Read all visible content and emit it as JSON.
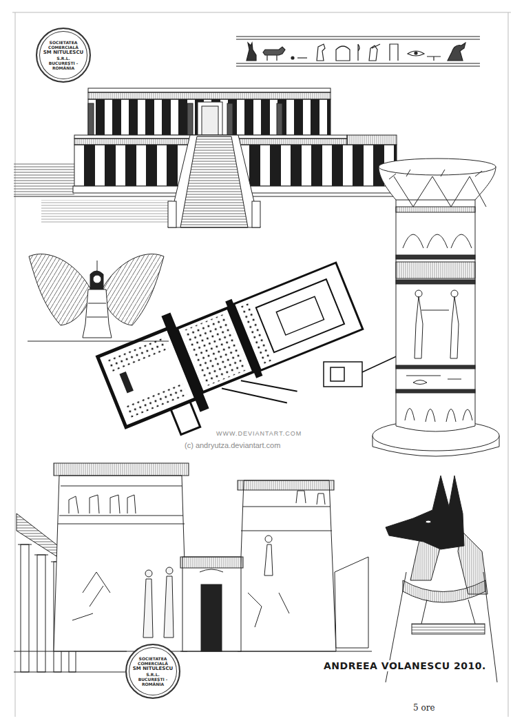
{
  "diagram": {
    "nodes": [
      {
        "text": [
          "SOCIETATEA COMERCIALĂ",
          "SM NITULESCU",
          "S.R.L.",
          "BUCUREȘTI - ROMÂNIA"
        ]
      },
      {
        "text": [
          "SOCIETATEA COMERCIALĂ",
          "SM NITULESCU",
          "S.R.L.",
          "BUCUREȘTI - ROMÂNIA"
        ]
      }
    ],
    "labels": [
      "WWW.DEVIANTART.COM",
      "(c) andryutza.deviantart.com",
      "ANDREEA VOLANESCU 2010.",
      "5 ore"
    ]
  }
}
